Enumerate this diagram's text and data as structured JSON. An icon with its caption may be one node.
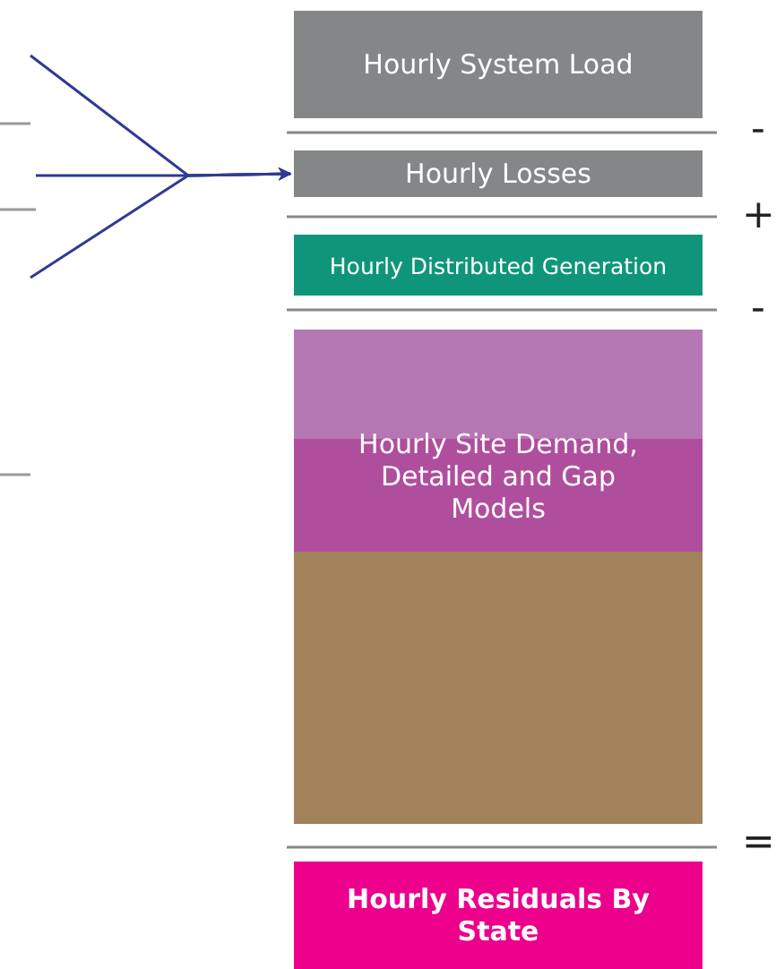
{
  "diagram": {
    "nodes": [
      {
        "text": [
          "Hourly System Load"
        ]
      },
      {
        "text": [
          "Hourly Losses"
        ]
      },
      {
        "text": [
          "Hourly Distributed Generation"
        ]
      },
      {
        "text": [
          "Hourly Site Demand, Detailed and Gap Models"
        ]
      },
      {
        "text": [
          "Hourly Residuals By State"
        ]
      }
    ],
    "edges": [
      {
        "from": null,
        "to": 1,
        "arrow": "to",
        "color": "#2e3a94"
      },
      {
        "from": null,
        "to": 1,
        "arrow": "to",
        "color": "#2e3a94"
      },
      {
        "from": null,
        "to": 1,
        "arrow": "to",
        "color": "#2e3a94"
      }
    ],
    "labels": [
      "-",
      "+",
      "-",
      "="
    ]
  }
}
